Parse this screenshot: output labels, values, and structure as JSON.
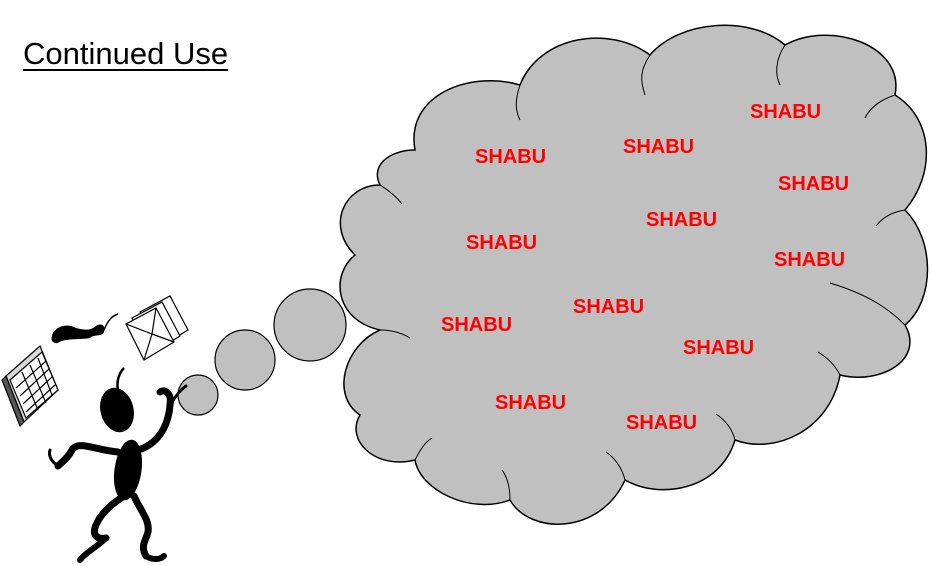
{
  "slide": {
    "title": "Continued Use"
  },
  "thought_cloud": {
    "fill_color": "#c0c0c0",
    "outline_color": "#000000",
    "words": [
      "SHABU",
      "SHABU",
      "SHABU",
      "SHABU",
      "SHABU",
      "SHABU",
      "SHABU",
      "SHABU",
      "SHABU",
      "SHABU",
      "SHABU",
      "SHABU"
    ],
    "word_color": "#ff0000"
  },
  "illustration": {
    "figure_color": "#000000",
    "objects": [
      "telephone-icon",
      "envelopes-icon",
      "calendar-icon"
    ]
  }
}
